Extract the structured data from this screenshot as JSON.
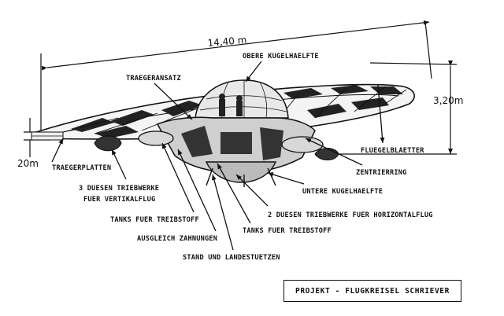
{
  "dimensions": {
    "width": "14,40 m",
    "height": "3,20m",
    "small": "20m"
  },
  "labels": {
    "traegeransatz": "TRAEGERANSATZ",
    "obere_kugelhaelfte": "OBERE KUGELHAELFTE",
    "fluegelblaetter": "FLUEGELBLAETTER",
    "zentrierring": "ZENTRIERRING",
    "untere_kugelhaelfte": "UNTERE KUGELHAELFTE",
    "traegerplatten": "TRAEGERPLATTEN",
    "duesen_vertikal_1": "3 DUESEN TRIEBWERKE",
    "duesen_vertikal_2": "FUER VERTIKALFLUG",
    "tanks_1": "TANKS FUER TREIBSTOFF",
    "duesen_horizontal": "2 DUESEN TRIEBWERKE FUER HORIZONTALFLUG",
    "tanks_2": "TANKS FUER TREIBSTOFF",
    "ausgleich": "AUSGLEICH ZAHNUNGEN",
    "stand": "STAND UND LANDESTUETZEN"
  },
  "title": "PROJEKT - FLUGKREISEL SCHRIEVER"
}
